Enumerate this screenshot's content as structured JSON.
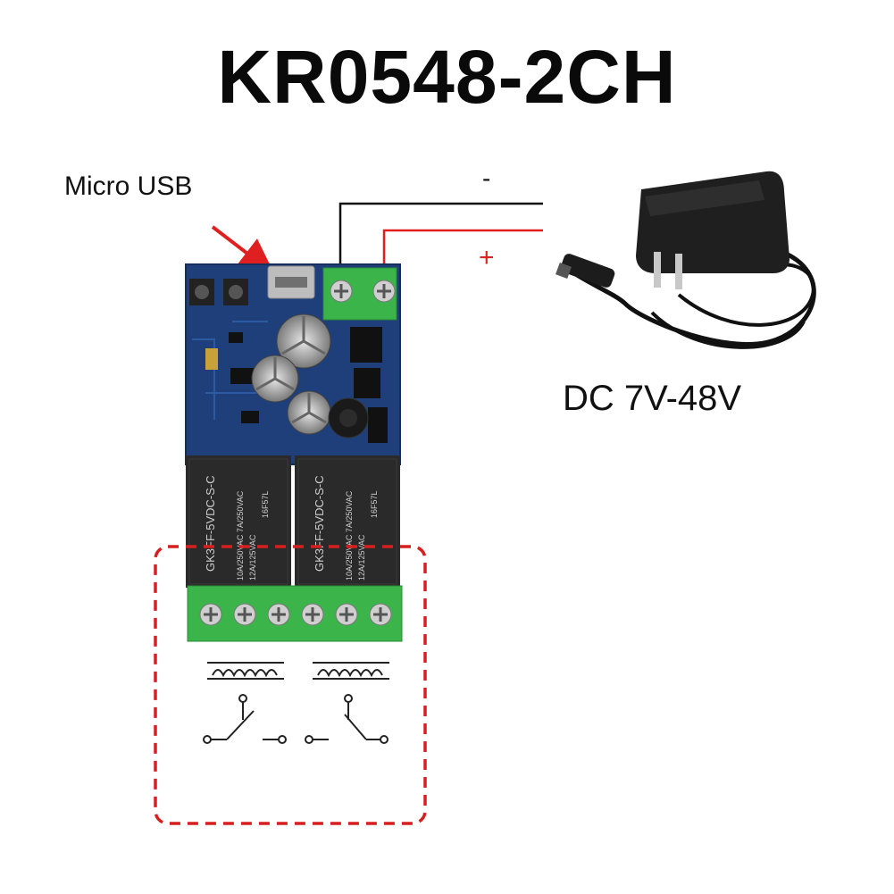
{
  "title": "KR0548-2CH",
  "labels": {
    "micro_usb": "Micro USB",
    "minus": "-",
    "plus": "+",
    "dc_range": "DC 7V-48V"
  },
  "relays": [
    {
      "model": "GK3FF-5VDC-S-C",
      "rating1": "10A/250VAC  7A/250VAC",
      "rating2": "12A/125VAC",
      "code": "16F57L"
    },
    {
      "model": "GK3FF-5VDC-S-C",
      "rating1": "10A/250VAC  7A/250VAC",
      "rating2": "12A/125VAC",
      "code": "16F57L"
    }
  ],
  "colors": {
    "pcb": "#1f3f7a",
    "terminal": "#3bb54a",
    "relay": "#2a2a2a",
    "wire_positive": "#e02020",
    "wire_negative": "#111111",
    "highlight_box": "#d62020"
  }
}
